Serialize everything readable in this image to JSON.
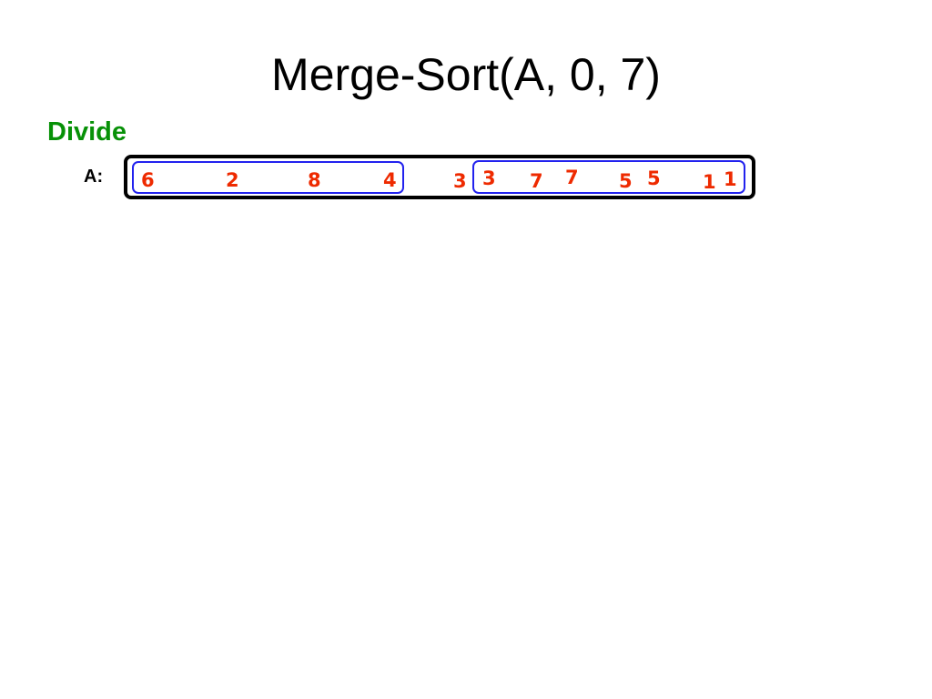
{
  "slide": {
    "title": "Merge-Sort(A, 0, 7)",
    "step": "Divide",
    "array_label": "A:"
  },
  "colors": {
    "step": "#079107",
    "element": "#ee2a00",
    "box": "#000000",
    "half_box": "#2222ee"
  },
  "array": {
    "original": [
      "6",
      "2",
      "8",
      "4",
      "3",
      "7",
      "5",
      "1"
    ],
    "right_half_copy": [
      "3",
      "7",
      "5",
      "1"
    ]
  }
}
